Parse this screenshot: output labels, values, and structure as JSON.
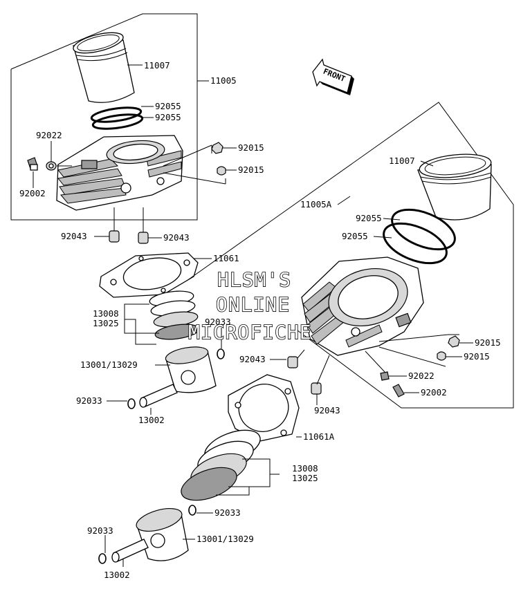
{
  "front_arrow": {
    "label": "FRONT"
  },
  "watermark": {
    "line1": "HLSM'S",
    "line2": "ONLINE",
    "line3": "MICROFICHE"
  },
  "labels": {
    "l11007_top": "11007",
    "l11005": "11005",
    "l92055_a": "92055",
    "l92055_b": "92055",
    "l92022_top": "92022",
    "l92002_top": "92002",
    "l92015_a": "92015",
    "l92015_b": "92015",
    "l92043_left": "92043",
    "l92043_right": "92043",
    "l11061": "11061",
    "l13008_top": "13008",
    "l13025_top": "13025",
    "l92033_top": "92033",
    "l13001_top": "13001/13029",
    "l92033_left": "92033",
    "l13002_top": "13002",
    "l11007_right": "11007",
    "l11005A": "11005A",
    "l92055_c": "92055",
    "l92055_d": "92055",
    "l92015_c": "92015",
    "l92015_d": "92015",
    "l92043_mid": "92043",
    "l92022_right": "92022",
    "l92002_right": "92002",
    "l92043_low": "92043",
    "l11061A": "11061A",
    "l13008_low": "13008",
    "l13025_low": "13025",
    "l92033_low": "92033",
    "l92033_bottom": "92033",
    "l13001_low": "13001/13029",
    "l13002_low": "13002"
  }
}
